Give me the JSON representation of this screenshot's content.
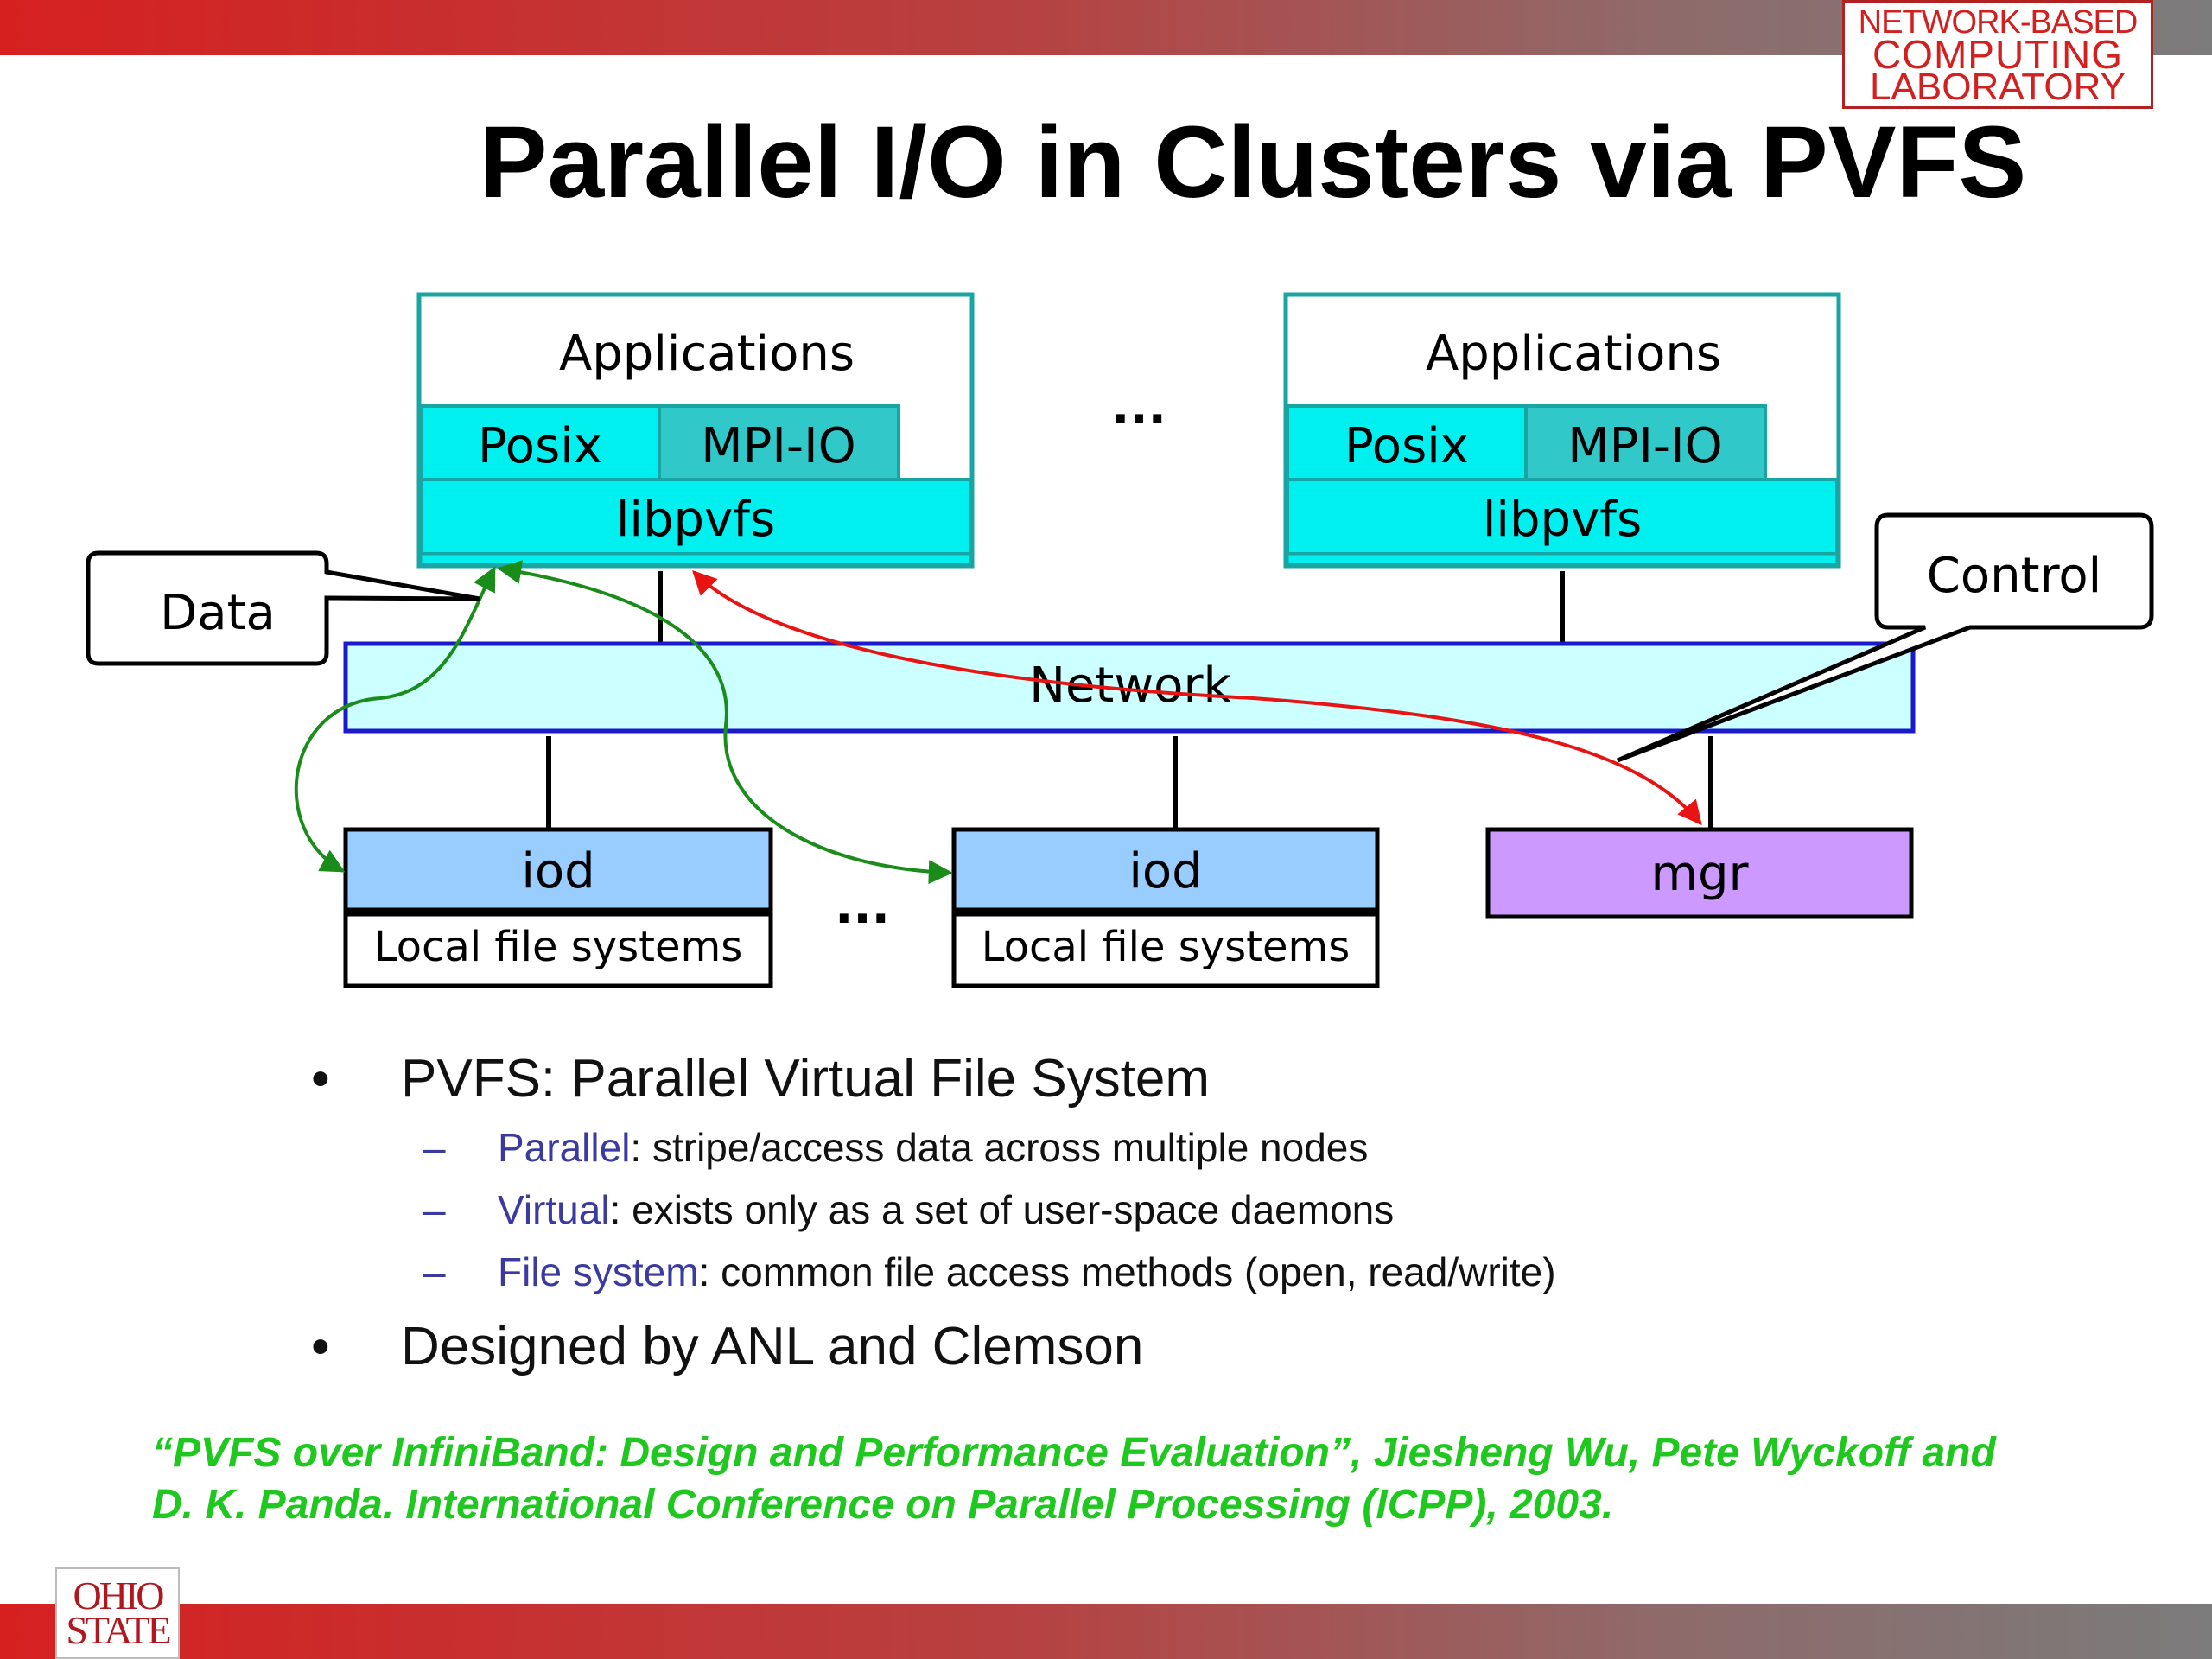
{
  "header": {
    "lab_logo_lines": [
      "NETWORK-BASED",
      "COMPUTING",
      "LABORATORY"
    ],
    "title": "Parallel I/O in Clusters via PVFS"
  },
  "diagram": {
    "client_left": {
      "app_label": "Applications",
      "posix": "Posix",
      "mpiio": "MPI-IO",
      "lib": "libpvfs"
    },
    "client_right": {
      "app_label": "Applications",
      "posix": "Posix",
      "mpiio": "MPI-IO",
      "lib": "libpvfs"
    },
    "ellipsis_top": "...",
    "ellipsis_bottom": "...",
    "network_label": "Network",
    "data_callout": "Data",
    "control_callout": "Control",
    "iod_left": {
      "label": "iod",
      "fs": "Local file systems"
    },
    "iod_right": {
      "label": "iod",
      "fs": "Local file systems"
    },
    "mgr_label": "mgr",
    "colors": {
      "client_fill": "#00f0f0",
      "mpiio_fill": "#30c8c8",
      "client_border": "#1aa5a5",
      "network_fill": "#ccffff",
      "network_border": "#1a1acc",
      "iod_fill": "#99ccff",
      "mgr_fill": "#cc99ff",
      "data_arrow": "#1a8c1a",
      "control_arrow": "#e81414"
    }
  },
  "bullets": {
    "item1": "PVFS: Parallel Virtual File System",
    "sub": [
      {
        "term": "Parallel",
        "rest": ": stripe/access data across multiple nodes"
      },
      {
        "term": "Virtual",
        "rest": ": exists only as a set of user-space daemons"
      },
      {
        "term": "File system",
        "rest": ": common file access methods (open, read/write)"
      }
    ],
    "item2": "Designed by ANL and Clemson"
  },
  "reference": {
    "line1": "“PVFS over InfiniBand: Design and Performance Evaluation”, Jiesheng Wu, Pete Wyckoff and",
    "line2": "D. K. Panda. International Conference on Parallel Processing (ICPP), 2003."
  },
  "footer": {
    "osu_logo_lines": [
      "OHIO",
      "STATE"
    ]
  }
}
